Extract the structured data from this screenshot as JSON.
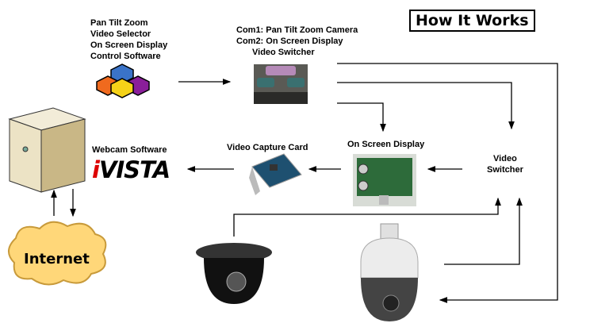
{
  "title": "How It Works",
  "software": {
    "lines": [
      "Pan Tilt Zoom",
      "Video Selector",
      "On Screen Display",
      "Control Software"
    ]
  },
  "serial": {
    "lines": [
      "Com1: Pan Tilt Zoom Camera",
      "Com2: On Screen Display",
      "Video Switcher"
    ]
  },
  "webcam": {
    "label": "Webcam Software",
    "logo": "iVISTA"
  },
  "capture": {
    "label": "Video Capture Card"
  },
  "osd": {
    "label": "On Screen Display"
  },
  "switcher": {
    "lines": [
      "Video",
      "Switcher"
    ]
  },
  "internet": {
    "label": "Internet"
  }
}
